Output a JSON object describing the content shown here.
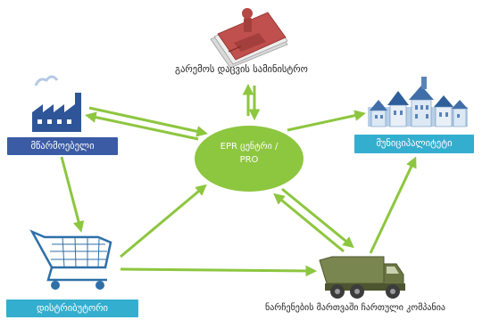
{
  "nodes": {
    "center": {
      "line1": "EPR ცენტრი /",
      "line2": "PRO"
    },
    "ministry": {
      "label": "გარემოს დაცვის სამინისტრო"
    },
    "manufacturer": {
      "label": "მწარმოებელი"
    },
    "municipality": {
      "label": "მუნიციპალიტეტი"
    },
    "distributor": {
      "label": "დისტრიბუტორი"
    },
    "waste_company": {
      "label": "ნარჩენების მართვაში ჩართული კომპანია"
    }
  },
  "colors": {
    "center_fill": "#8DC63F",
    "arrow": "#8DC63F",
    "manufacturer_box": "#3B5BA5",
    "municipality_box": "#34AECE",
    "distributor_box": "#34AECE",
    "document_red": "#C0504D",
    "factory_blue": "#2E5597",
    "cart_blue": "#2E6FA8",
    "truck_green": "#5F6B3A"
  },
  "icons": {
    "ministry": "document-stamp-icon",
    "manufacturer": "factory-icon",
    "municipality": "houses-icon",
    "distributor": "shopping-cart-icon",
    "waste_company": "dump-truck-icon"
  }
}
